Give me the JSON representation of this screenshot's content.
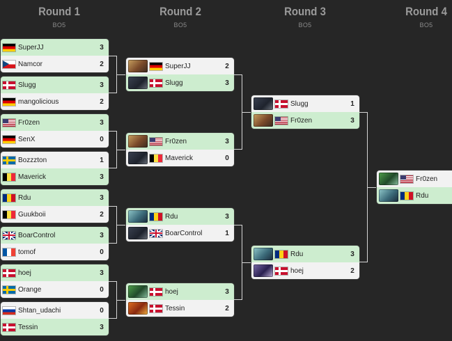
{
  "rounds": [
    {
      "title": "Round 1",
      "format": "BO5"
    },
    {
      "title": "Round 2",
      "format": "BO5"
    },
    {
      "title": "Round 3",
      "format": "BO5"
    },
    {
      "title": "Round 4",
      "format": "BO5"
    }
  ],
  "round1": [
    {
      "p1": {
        "name": "SuperJJ",
        "flag": "de",
        "score": "3",
        "win": true
      },
      "p2": {
        "name": "Namcor",
        "flag": "cz",
        "score": "2",
        "win": false
      }
    },
    {
      "p1": {
        "name": "Slugg",
        "flag": "dk",
        "score": "3",
        "win": true
      },
      "p2": {
        "name": "mangolicious",
        "flag": "de",
        "score": "2",
        "win": false
      }
    },
    {
      "p1": {
        "name": "Fr0zen",
        "flag": "us",
        "score": "3",
        "win": true
      },
      "p2": {
        "name": "SenX",
        "flag": "de",
        "score": "0",
        "win": false
      }
    },
    {
      "p1": {
        "name": "Bozzzton",
        "flag": "se",
        "score": "1",
        "win": false
      },
      "p2": {
        "name": "Maverick",
        "flag": "be",
        "score": "3",
        "win": true
      }
    },
    {
      "p1": {
        "name": "Rdu",
        "flag": "ro",
        "score": "3",
        "win": true
      },
      "p2": {
        "name": "Guukboii",
        "flag": "be",
        "score": "2",
        "win": false
      }
    },
    {
      "p1": {
        "name": "BoarControl",
        "flag": "gb",
        "score": "3",
        "win": true
      },
      "p2": {
        "name": "tomof",
        "flag": "fr",
        "score": "0",
        "win": false
      }
    },
    {
      "p1": {
        "name": "hoej",
        "flag": "dk",
        "score": "3",
        "win": true
      },
      "p2": {
        "name": "Orange",
        "flag": "se",
        "score": "0",
        "win": false
      }
    },
    {
      "p1": {
        "name": "Shtan_udachi",
        "flag": "ru",
        "score": "0",
        "win": false
      },
      "p2": {
        "name": "Tessin",
        "flag": "dk",
        "score": "3",
        "win": true
      }
    }
  ],
  "round2": [
    {
      "p1": {
        "name": "SuperJJ",
        "flag": "de",
        "hero": "goldhair",
        "score": "2",
        "win": false
      },
      "p2": {
        "name": "Slugg",
        "flag": "dk",
        "hero": "dark",
        "score": "3",
        "win": true
      }
    },
    {
      "p1": {
        "name": "Fr0zen",
        "flag": "us",
        "hero": "goldhair",
        "score": "3",
        "win": true
      },
      "p2": {
        "name": "Maverick",
        "flag": "be",
        "hero": "dark",
        "score": "0",
        "win": false
      }
    },
    {
      "p1": {
        "name": "Rdu",
        "flag": "ro",
        "hero": "teal",
        "score": "3",
        "win": true
      },
      "p2": {
        "name": "BoarControl",
        "flag": "gb",
        "hero": "dark",
        "score": "1",
        "win": false
      }
    },
    {
      "p1": {
        "name": "hoej",
        "flag": "dk",
        "hero": "green",
        "score": "3",
        "win": true
      },
      "p2": {
        "name": "Tessin",
        "flag": "dk",
        "hero": "fire",
        "score": "2",
        "win": false
      }
    }
  ],
  "round3": [
    {
      "p1": {
        "name": "Slugg",
        "flag": "dk",
        "hero": "dark",
        "score": "1",
        "win": false
      },
      "p2": {
        "name": "Fr0zen",
        "flag": "us",
        "hero": "goldhair",
        "score": "3",
        "win": true
      }
    },
    {
      "p1": {
        "name": "Rdu",
        "flag": "ro",
        "hero": "teal",
        "score": "3",
        "win": true
      },
      "p2": {
        "name": "hoej",
        "flag": "dk",
        "hero": "purple",
        "score": "2",
        "win": false
      }
    }
  ],
  "round4": [
    {
      "p1": {
        "name": "Fr0zen",
        "flag": "us",
        "hero": "green",
        "score": "",
        "win": false
      },
      "p2": {
        "name": "Rdu",
        "flag": "ro",
        "hero": "teal",
        "score": "",
        "win": true
      }
    }
  ]
}
